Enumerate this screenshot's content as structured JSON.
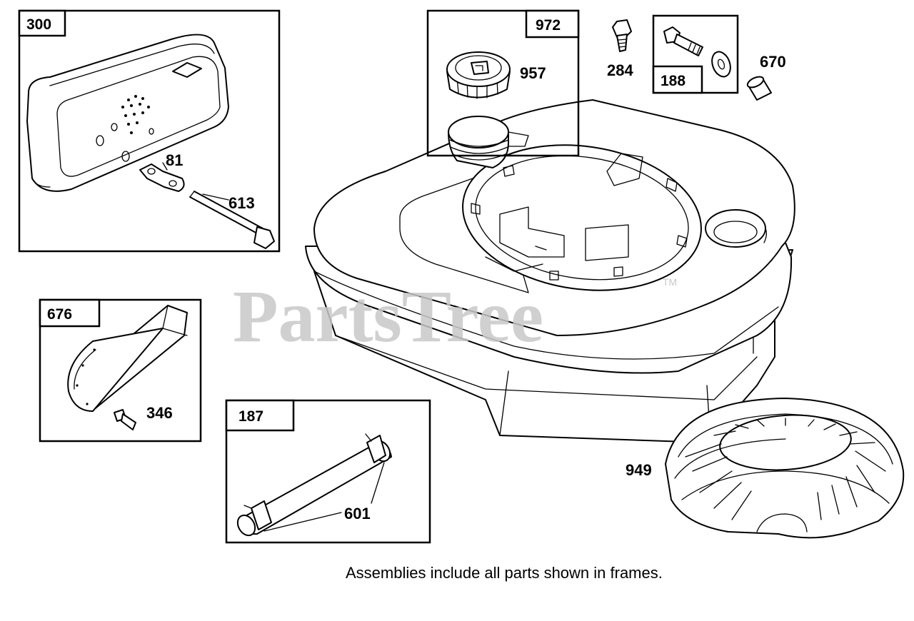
{
  "frames": {
    "muffler": {
      "tag": "300"
    },
    "fuel_cap": {
      "tag": "972"
    },
    "bolt_kit": {
      "tag": "188"
    },
    "guard": {
      "tag": "676"
    },
    "hose": {
      "tag": "187"
    }
  },
  "labels": {
    "muffler_body": "300",
    "lock_plate": "81",
    "screw_613": "613",
    "fuel_cap": "957",
    "bolt_284": "284",
    "spacer_670": "670",
    "guard_screw": "346",
    "hose_clamps": "601",
    "screen": "949"
  },
  "watermark": {
    "text": "PartsTree",
    "trademark": "TM"
  },
  "footnote": "Assemblies include all parts shown in frames."
}
